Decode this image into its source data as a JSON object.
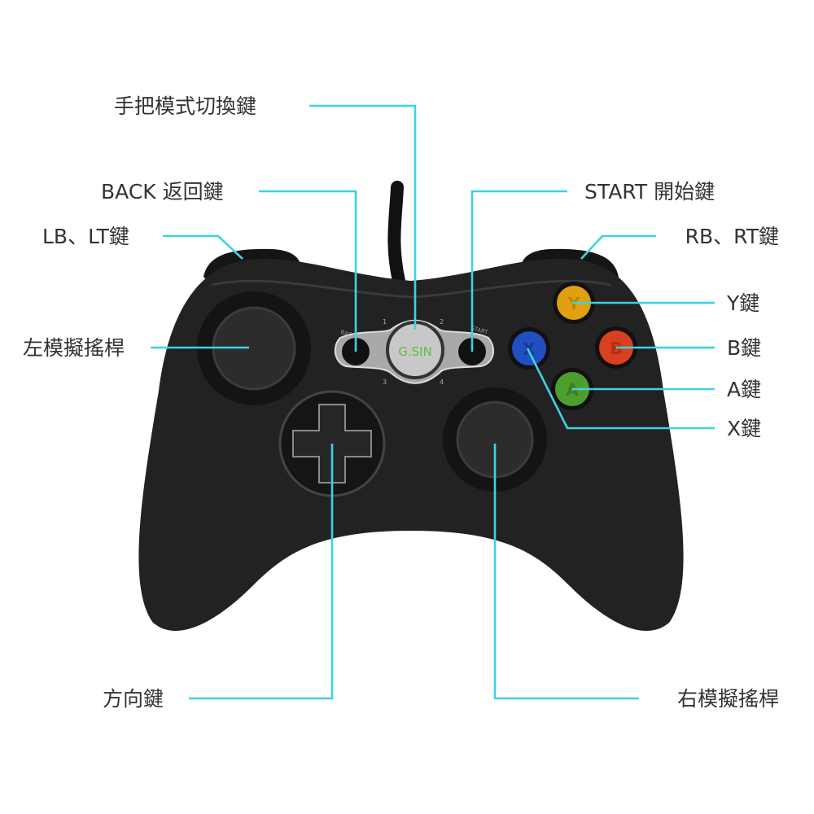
{
  "labels": {
    "mode_switch": "手把模式切換鍵",
    "back": "BACK 返回鍵",
    "start": "START 開始鍵",
    "lb_lt": "LB、LT鍵",
    "rb_rt": "RB、RT鍵",
    "y": "Y鍵",
    "b": "B鍵",
    "a": "A鍵",
    "x": "X鍵",
    "left_stick": "左模擬搖桿",
    "dpad": "方向鍵",
    "right_stick": "右模擬搖桿"
  },
  "controller": {
    "brand": "G.SIN",
    "small_back": "BACK",
    "small_start": "START",
    "player_numbers": [
      "1",
      "2",
      "3",
      "4"
    ],
    "face_buttons": {
      "y": "Y",
      "b": "B",
      "a": "A",
      "x": "X"
    }
  },
  "colors": {
    "leader_line": "#3dd3e0",
    "body": "#1e1e1e",
    "y_button": "#e0a010",
    "b_button": "#d84020",
    "a_button": "#4e9e2e",
    "x_button": "#1f4fc0",
    "brand_text": "#5cc040"
  }
}
